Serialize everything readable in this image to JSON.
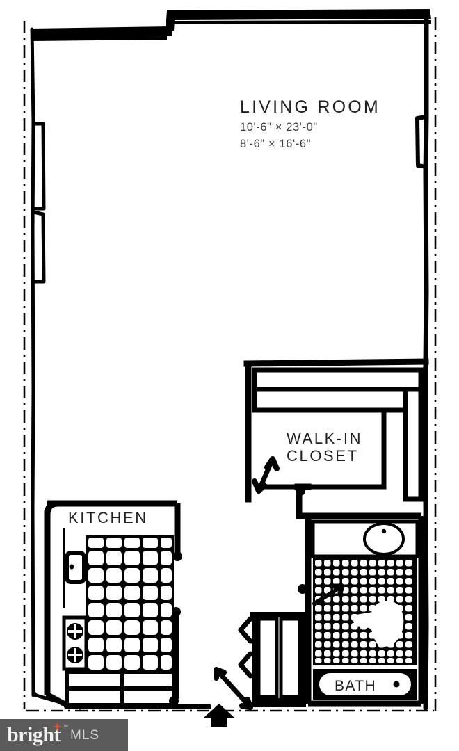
{
  "document": {
    "kind": "real-estate-floor-plan",
    "background_color": "#ffffff",
    "ink_color": "#000000",
    "label_color": "#231f20",
    "dimension_color": "#3b3b3d"
  },
  "rooms": [
    {
      "id": "living-room",
      "label": "LIVING ROOM",
      "dimension_primary": "10'-6\" × 23'-0\"",
      "dimension_secondary": "8'-6\" × 16'-6\""
    },
    {
      "id": "walk-in-closet",
      "label_line_1": "WALK-IN",
      "label_line_2": "CLOSET"
    },
    {
      "id": "kitchen",
      "label": "KITCHEN"
    },
    {
      "id": "bath",
      "label": "BATH"
    }
  ],
  "fixtures": [
    {
      "id": "kitchen-sink",
      "name": "sink"
    },
    {
      "id": "kitchen-range",
      "name": "range-two-burner"
    },
    {
      "id": "kitchen-counters",
      "name": "counter-run"
    },
    {
      "id": "bath-vanity-sink",
      "name": "oval-sink"
    },
    {
      "id": "toilet",
      "name": "toilet"
    },
    {
      "id": "bathtub",
      "name": "bathtub"
    },
    {
      "id": "hall-closet",
      "name": "bifold-closet"
    },
    {
      "id": "closet-shelving",
      "name": "shelving"
    }
  ],
  "annotations": [
    {
      "id": "entry-arrow",
      "name": "entry-direction-arrow"
    },
    {
      "id": "closet-door-swing",
      "name": "door-swing-arrow"
    },
    {
      "id": "bath-door-swing",
      "name": "door-swing-arrow"
    },
    {
      "id": "entry-door-swing",
      "name": "door-swing-arrow"
    }
  ],
  "watermark": {
    "brand": "bright",
    "trademark": "™",
    "suffix": "MLS",
    "background_color": "#5b5b5b",
    "brand_color": "#f2f2f2",
    "suffix_color": "#d2d2d2",
    "star_color": "#e8502a"
  }
}
